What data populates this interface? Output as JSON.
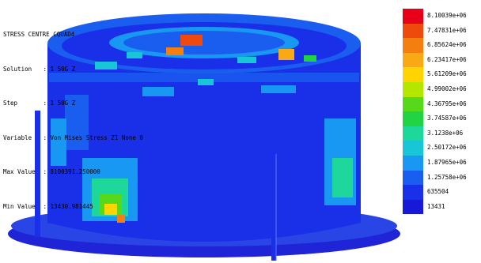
{
  "header": {
    "title": "STRESS CENTRE CQUAD4",
    "solution_label": "Solution",
    "solution_value": "1 50G Z",
    "step_label": "Step",
    "step_value": "1 50G Z",
    "variable_label": "Variable",
    "variable_value": "Von Mises Stress Z1 None 0",
    "max_label": "Max Value",
    "max_value": "8100391.250000",
    "min_label": "Min Value",
    "min_value": "13430.981445",
    "separator": ":"
  },
  "legend": {
    "entries": [
      {
        "label": "8.10039e+06",
        "color": "#e8001a"
      },
      {
        "label": "7.47831e+06",
        "color": "#ee4a0e"
      },
      {
        "label": "6.85624e+06",
        "color": "#f47f10"
      },
      {
        "label": "6.23417e+06",
        "color": "#f9a816"
      },
      {
        "label": "5.61209e+06",
        "color": "#ffd400"
      },
      {
        "label": "4.99002e+06",
        "color": "#b5e600"
      },
      {
        "label": "4.36795e+06",
        "color": "#55d91a"
      },
      {
        "label": "3.74587e+06",
        "color": "#22d444"
      },
      {
        "label": "3.1238e+06",
        "color": "#1ed79a"
      },
      {
        "label": "2.50172e+06",
        "color": "#18c6d8"
      },
      {
        "label": "1.87965e+06",
        "color": "#1898f2"
      },
      {
        "label": "1.25758e+06",
        "color": "#1a5ef0"
      },
      {
        "label": "635504",
        "color": "#1a2fe8"
      },
      {
        "label": "13431",
        "color": "#1818d8"
      }
    ]
  }
}
